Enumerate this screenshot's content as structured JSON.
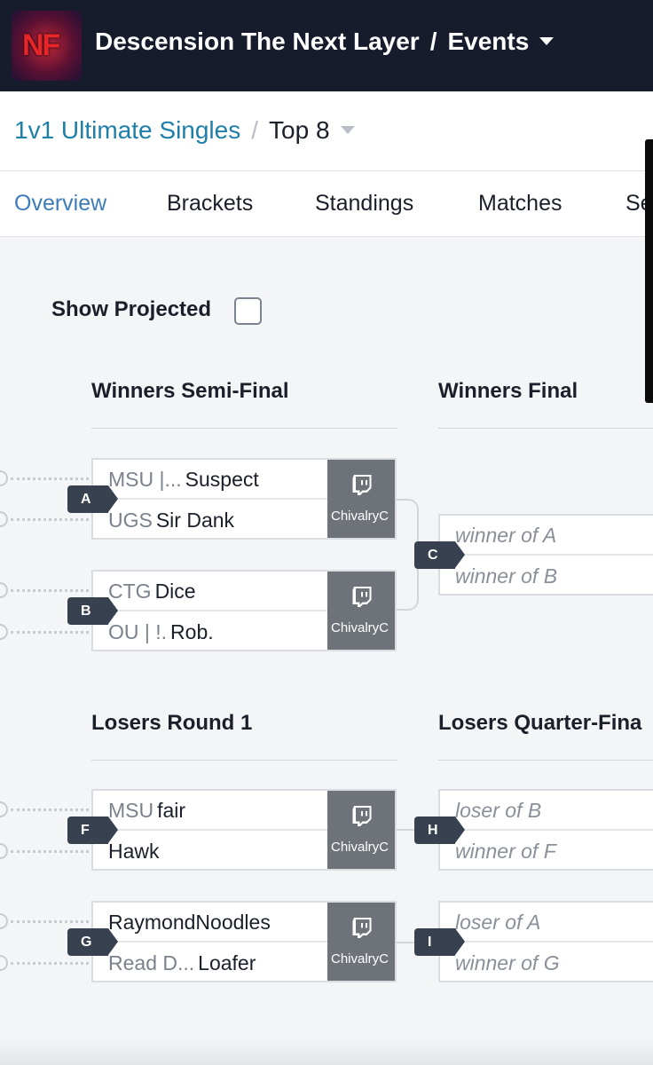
{
  "header": {
    "logo_text": "NF",
    "title": "Descension The Next Layer",
    "separator": "/",
    "events_label": "Events"
  },
  "subheader": {
    "event_link": "1v1 Ultimate Singles",
    "separator": "/",
    "phase": "Top 8"
  },
  "tabs": [
    "Overview",
    "Brackets",
    "Standings",
    "Matches",
    "Se"
  ],
  "active_tab": "Overview",
  "show_projected": {
    "label": "Show Projected",
    "checked": false
  },
  "rounds": {
    "winners_semi": "Winners Semi-Final",
    "winners_final": "Winners Final",
    "losers_r1": "Losers Round 1",
    "losers_qf": "Losers Quarter-Fina"
  },
  "matches": {
    "A": {
      "id": "A",
      "top": {
        "prefix": "MSU |...",
        "tag": "Suspect"
      },
      "bottom": {
        "prefix": "UGS",
        "tag": "Sir Dank"
      },
      "stream": "ChivalryC"
    },
    "B": {
      "id": "B",
      "top": {
        "prefix": "CTG",
        "tag": "Dice"
      },
      "bottom": {
        "prefix": "OU | !.",
        "tag": "Rob."
      },
      "stream": "ChivalryC"
    },
    "C": {
      "id": "C",
      "top": "winner of A",
      "bottom": "winner of B"
    },
    "F": {
      "id": "F",
      "top": {
        "prefix": "MSU",
        "tag": "fair"
      },
      "bottom": {
        "prefix": "",
        "tag": "Hawk"
      },
      "stream": "ChivalryC"
    },
    "G": {
      "id": "G",
      "top": {
        "prefix": "",
        "tag": "RaymondNoodles"
      },
      "bottom": {
        "prefix": "Read D...",
        "tag": "Loafer"
      },
      "stream": "ChivalryC"
    },
    "H": {
      "id": "H",
      "top": "loser of B",
      "bottom": "winner of F"
    },
    "I": {
      "id": "I",
      "top": "loser of A",
      "bottom": "winner of G"
    }
  },
  "colors": {
    "header_bg": "#161c2c",
    "link": "#1e7fa8",
    "active_tab": "#3d7cb8",
    "badge": "#374150",
    "stream_bg": "#6e737a"
  },
  "icons": {
    "stream": "twitch-icon",
    "dropdown": "caret-down-icon"
  }
}
